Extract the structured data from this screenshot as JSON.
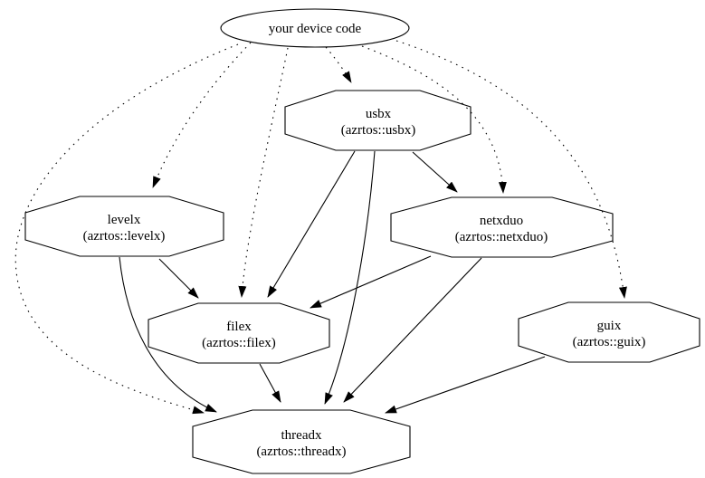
{
  "graph": {
    "background_color": "#ffffff",
    "line_color": "#000000",
    "nodes": {
      "device_code": {
        "label": "your device code",
        "shape": "ellipse"
      },
      "usbx": {
        "label": "usbx",
        "sublabel": "(azrtos::usbx)",
        "shape": "octagon"
      },
      "levelx": {
        "label": "levelx",
        "sublabel": "(azrtos::levelx)",
        "shape": "octagon"
      },
      "netxduo": {
        "label": "netxduo",
        "sublabel": "(azrtos::netxduo)",
        "shape": "octagon"
      },
      "filex": {
        "label": "filex",
        "sublabel": "(azrtos::filex)",
        "shape": "octagon"
      },
      "guix": {
        "label": "guix",
        "sublabel": "(azrtos::guix)",
        "shape": "octagon"
      },
      "threadx": {
        "label": "threadx",
        "sublabel": "(azrtos::threadx)",
        "shape": "octagon"
      }
    },
    "edges": [
      {
        "from": "your device code",
        "to": "usbx",
        "style": "dotted"
      },
      {
        "from": "your device code",
        "to": "levelx",
        "style": "dotted"
      },
      {
        "from": "your device code",
        "to": "netxduo",
        "style": "dotted"
      },
      {
        "from": "your device code",
        "to": "filex",
        "style": "dotted"
      },
      {
        "from": "your device code",
        "to": "guix",
        "style": "dotted"
      },
      {
        "from": "your device code",
        "to": "threadx",
        "style": "dotted"
      },
      {
        "from": "usbx",
        "to": "netxduo",
        "style": "solid"
      },
      {
        "from": "usbx",
        "to": "filex",
        "style": "solid"
      },
      {
        "from": "usbx",
        "to": "threadx",
        "style": "solid"
      },
      {
        "from": "levelx",
        "to": "filex",
        "style": "solid"
      },
      {
        "from": "levelx",
        "to": "threadx",
        "style": "solid"
      },
      {
        "from": "netxduo",
        "to": "filex",
        "style": "solid"
      },
      {
        "from": "netxduo",
        "to": "threadx",
        "style": "solid"
      },
      {
        "from": "filex",
        "to": "threadx",
        "style": "solid"
      },
      {
        "from": "guix",
        "to": "threadx",
        "style": "solid"
      }
    ]
  }
}
